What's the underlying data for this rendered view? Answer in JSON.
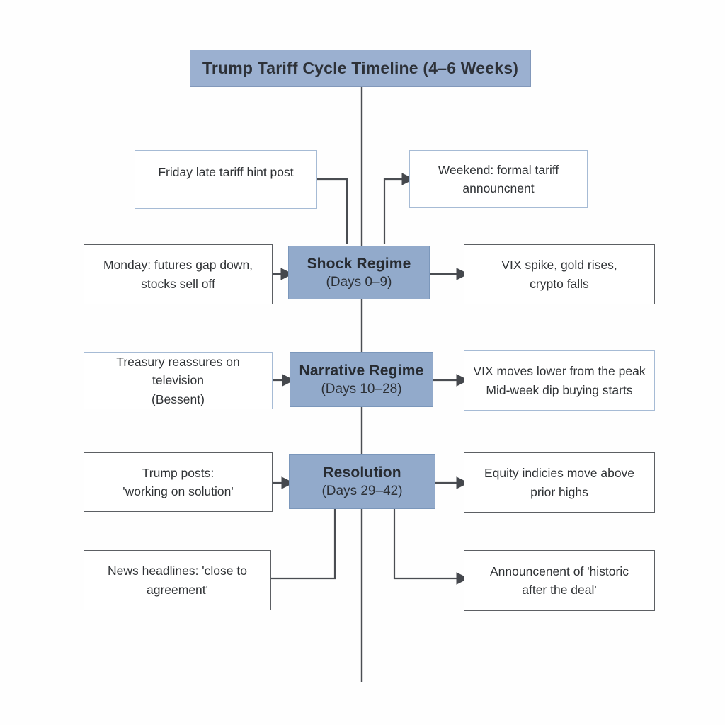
{
  "title": "Trump Tariff Cycle Timeline (4–6 Weeks)",
  "stages": [
    {
      "name": "Shock Regime",
      "days": "(Days 0–9)"
    },
    {
      "name": "Narrative Regime",
      "days": "(Days 10–28)"
    },
    {
      "name": "Resolution",
      "days": "(Days 29–42)"
    }
  ],
  "events": {
    "friday": {
      "text": "Friday late tariff hint post"
    },
    "weekend": {
      "text": "Weekend: formal tariff\nannouncnent"
    },
    "monday": {
      "text": "Monday: futures gap down,\nstocks sell off"
    },
    "vix_spike": {
      "text": "VIX spike, gold rises,\ncrypto falls"
    },
    "treasury": {
      "text": "Treasury reassures on television\n(Bessent)"
    },
    "vix_lower": {
      "text": "VIX moves lower from the peak\nMid-week dip buying starts"
    },
    "trump_posts": {
      "text": "Trump posts:\n'working on solution'"
    },
    "equity": {
      "text": "Equity indicies move above\nprior highs"
    },
    "news": {
      "text": "News headlines: 'close to\nagreement'"
    },
    "announcement": {
      "text": "Announcenent of 'historic\nafter the deal'"
    }
  },
  "edges": [
    {
      "from": "title",
      "to": "timeline-axis"
    },
    {
      "from": "friday",
      "to": "shock-regime"
    },
    {
      "from": "shock-regime",
      "to": "weekend"
    },
    {
      "from": "monday",
      "to": "shock-regime"
    },
    {
      "from": "shock-regime",
      "to": "vix_spike"
    },
    {
      "from": "treasury",
      "to": "narrative-regime"
    },
    {
      "from": "narrative-regime",
      "to": "vix_lower"
    },
    {
      "from": "trump_posts",
      "to": "resolution"
    },
    {
      "from": "resolution",
      "to": "equity"
    },
    {
      "from": "resolution",
      "to": "news"
    },
    {
      "from": "resolution",
      "to": "announcement"
    }
  ],
  "colors": {
    "stage_fill": "#92aacb",
    "stage_border": "#7b97bb",
    "title_fill": "#9bb0d0",
    "title_border": "#8298ba",
    "blue_border": "#a6bbd5",
    "gray_border": "#5c5f63",
    "line_color": "#4a4d52",
    "text_color": "#2f3235",
    "bg_color": "#fefefe"
  }
}
